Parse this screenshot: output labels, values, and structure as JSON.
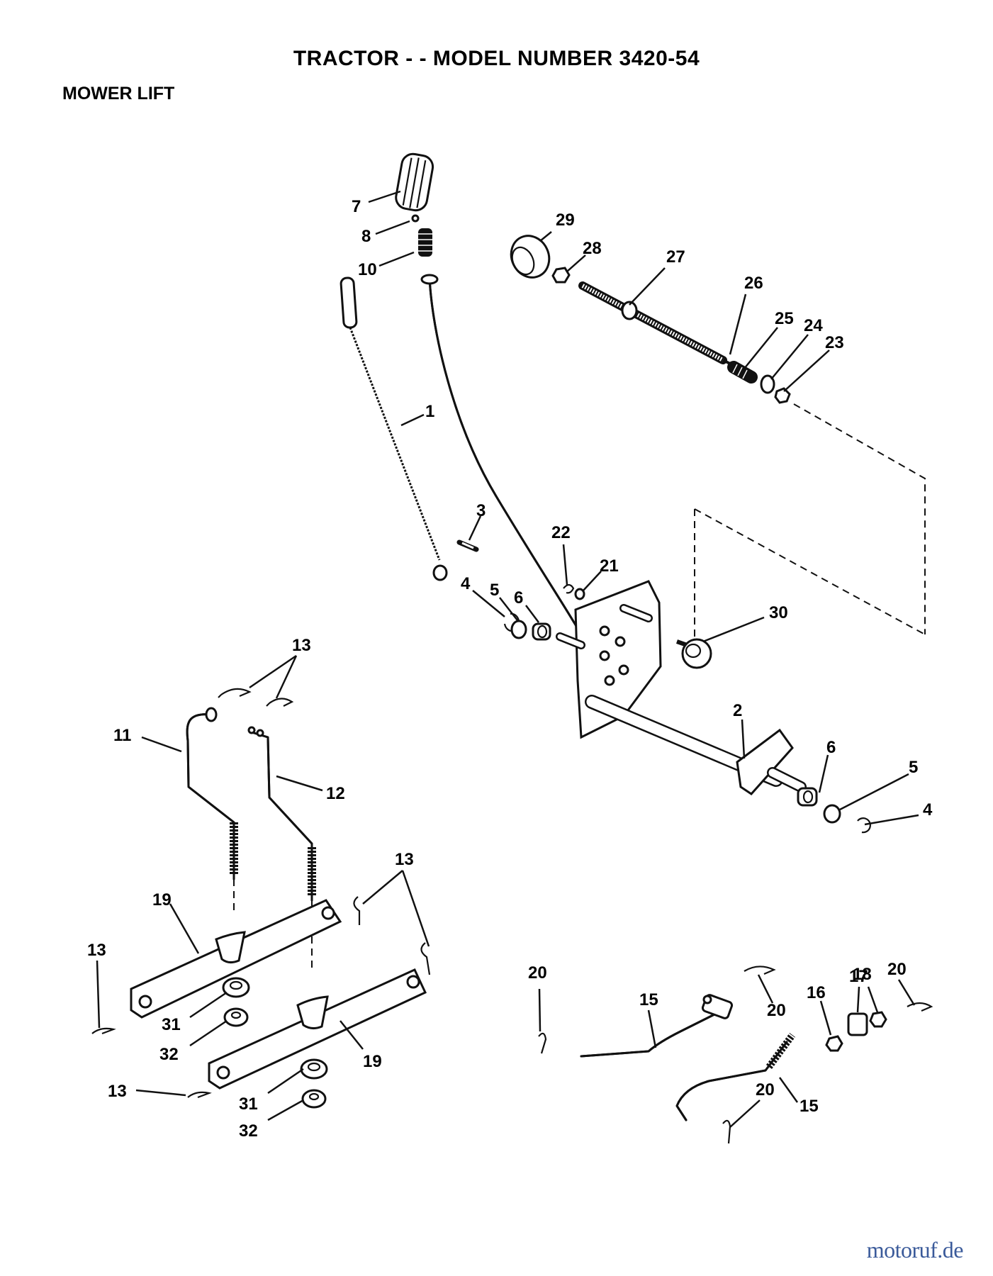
{
  "title": "TRACTOR - - MODEL NUMBER 3420-54",
  "subtitle": "MOWER LIFT",
  "watermark": "motoruf.de",
  "callouts": [
    {
      "id": "c7",
      "text": "7"
    },
    {
      "id": "c8",
      "text": "8"
    },
    {
      "id": "c10",
      "text": "10"
    },
    {
      "id": "c29",
      "text": "29"
    },
    {
      "id": "c28",
      "text": "28"
    },
    {
      "id": "c27",
      "text": "27"
    },
    {
      "id": "c26",
      "text": "26"
    },
    {
      "id": "c25",
      "text": "25"
    },
    {
      "id": "c24",
      "text": "24"
    },
    {
      "id": "c23",
      "text": "23"
    },
    {
      "id": "c1",
      "text": "1"
    },
    {
      "id": "c3",
      "text": "3"
    },
    {
      "id": "c22",
      "text": "22"
    },
    {
      "id": "c21",
      "text": "21"
    },
    {
      "id": "c4a",
      "text": "4"
    },
    {
      "id": "c5a",
      "text": "5"
    },
    {
      "id": "c6a",
      "text": "6"
    },
    {
      "id": "c30",
      "text": "30"
    },
    {
      "id": "c13a",
      "text": "13"
    },
    {
      "id": "c11",
      "text": "11"
    },
    {
      "id": "c12",
      "text": "12"
    },
    {
      "id": "c2",
      "text": "2"
    },
    {
      "id": "c6b",
      "text": "6"
    },
    {
      "id": "c5b",
      "text": "5"
    },
    {
      "id": "c4b",
      "text": "4"
    },
    {
      "id": "c13b",
      "text": "13"
    },
    {
      "id": "c19a",
      "text": "19"
    },
    {
      "id": "c13c",
      "text": "13"
    },
    {
      "id": "c31a",
      "text": "31"
    },
    {
      "id": "c32a",
      "text": "32"
    },
    {
      "id": "c19b",
      "text": "19"
    },
    {
      "id": "c13d",
      "text": "13"
    },
    {
      "id": "c31b",
      "text": "31"
    },
    {
      "id": "c32b",
      "text": "32"
    },
    {
      "id": "c20a",
      "text": "20"
    },
    {
      "id": "c15a",
      "text": "15"
    },
    {
      "id": "c20b",
      "text": "20"
    },
    {
      "id": "c16",
      "text": "16"
    },
    {
      "id": "c17",
      "text": "17"
    },
    {
      "id": "c18",
      "text": "18"
    },
    {
      "id": "c20c",
      "text": "20"
    },
    {
      "id": "c20d",
      "text": "20"
    },
    {
      "id": "c15b",
      "text": "15"
    }
  ]
}
